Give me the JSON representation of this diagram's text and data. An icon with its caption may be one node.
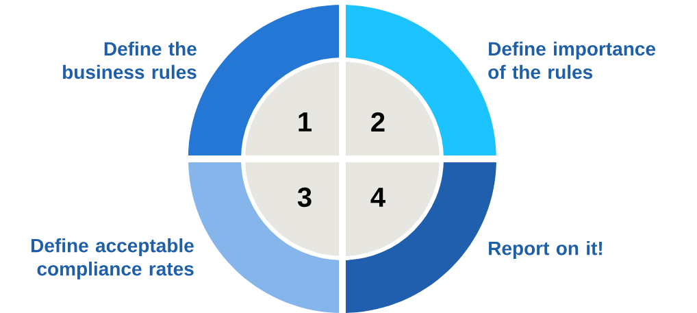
{
  "diagram": {
    "nodes": [
      {
        "text": [
          "1"
        ],
        "beside": [
          "Define the business rules"
        ]
      },
      {
        "text": [
          "2"
        ],
        "beside": [
          "Define importance of the rules"
        ]
      },
      {
        "text": [
          "3"
        ],
        "beside": [
          "Define acceptable compliance rates"
        ]
      },
      {
        "text": [
          "4"
        ],
        "beside": [
          "Report on it!"
        ]
      }
    ]
  }
}
